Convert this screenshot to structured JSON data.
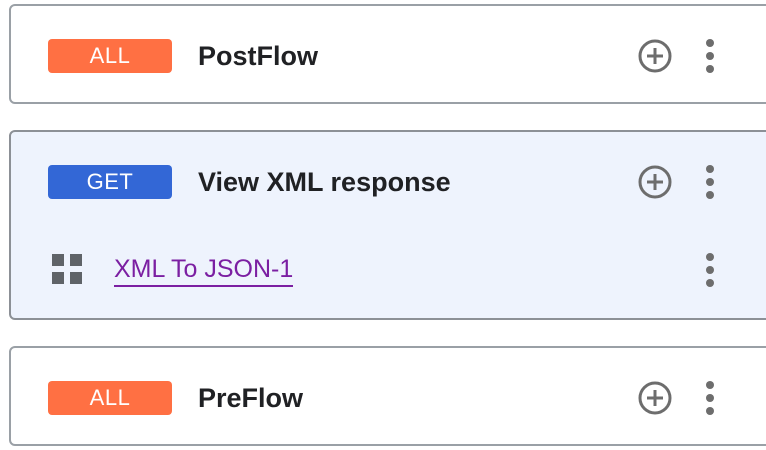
{
  "flows": [
    {
      "badge": "ALL",
      "badge_color": "#ff7043",
      "name": "PostFlow",
      "add_icon": "add-circle-icon",
      "more_icon": "more-vert-icon"
    },
    {
      "badge": "GET",
      "badge_color": "#3367d6",
      "name": "View XML response",
      "add_icon": "add-circle-icon",
      "more_icon": "more-vert-icon",
      "selected": true,
      "steps": [
        {
          "icon": "policy-grid-icon",
          "label": "XML To JSON-1",
          "more_icon": "more-vert-icon"
        }
      ]
    },
    {
      "badge": "ALL",
      "badge_color": "#ff7043",
      "name": "PreFlow",
      "add_icon": "add-circle-icon",
      "more_icon": "more-vert-icon"
    }
  ],
  "colors": {
    "all_badge": "#ff7043",
    "get_badge": "#3367d6",
    "selected_bg": "#eef3fd",
    "link": "#7b1fa2",
    "icon": "#6d6d6d"
  }
}
